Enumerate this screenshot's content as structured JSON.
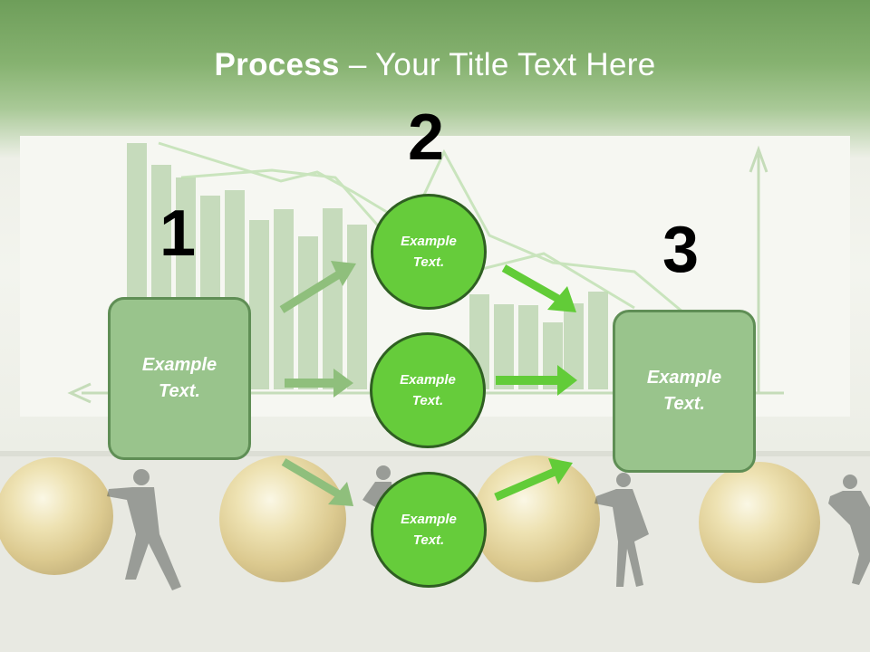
{
  "title": {
    "bold": "Process",
    "rest": " – Your Title Text Here"
  },
  "steps": [
    {
      "number": "1",
      "text": "Example\nText."
    },
    {
      "number": "2"
    },
    {
      "number": "3",
      "text": "Example\nText."
    }
  ],
  "circles": [
    {
      "text": "Example\nText."
    },
    {
      "text": "Example\nText."
    },
    {
      "text": "Example\nText."
    }
  ],
  "colors": {
    "header_green": "#6e9e5a",
    "box_fill": "#99c48c",
    "box_border": "#5f8e55",
    "circle_fill": "#66cc3b",
    "circle_border": "#2f5f22",
    "arrow_light": "#8fbf7c",
    "arrow_bright": "#62cc38"
  },
  "icons": [
    "arrow-right-icon"
  ]
}
